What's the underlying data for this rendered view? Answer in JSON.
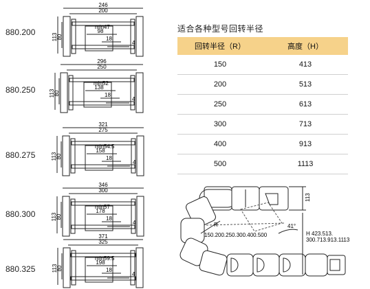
{
  "variants": [
    {
      "model": "880.200",
      "outer": "246",
      "inner": "200",
      "min": "min47",
      "mid": "98",
      "pitch": "18",
      "gap": "4",
      "h_outer": "113",
      "h_inner": "80"
    },
    {
      "model": "880.250",
      "outer": "296",
      "inner": "250",
      "min": "min52",
      "mid": "138",
      "pitch": "18",
      "gap": "4",
      "h_outer": "113",
      "h_inner": "80"
    },
    {
      "model": "880.275",
      "outer": "321",
      "inner": "275",
      "min": "min54.5",
      "mid": "158",
      "pitch": "18",
      "gap": "4",
      "h_outer": "113",
      "h_inner": "80"
    },
    {
      "model": "880.300",
      "outer": "346",
      "inner": "300",
      "min": "min57",
      "mid": "178",
      "pitch": "18",
      "gap": "4",
      "h_outer": "113",
      "h_inner": "80"
    },
    {
      "model": "880.325",
      "outer": "371",
      "inner": "325",
      "min": "min59.5",
      "mid": "198",
      "pitch": "18",
      "gap": "4",
      "h_outer": "113",
      "h_inner": "80"
    }
  ],
  "table": {
    "title": "适合各种型号回转半径",
    "headers": [
      "回转半径（R）",
      "高度（H）"
    ],
    "rows": [
      [
        "150",
        "413"
      ],
      [
        "200",
        "513"
      ],
      [
        "250",
        "613"
      ],
      [
        "300",
        "713"
      ],
      [
        "400",
        "913"
      ],
      [
        "500",
        "1113"
      ]
    ]
  },
  "chain": {
    "dim_113": "113",
    "angle": "41°",
    "r_label": "R",
    "radii": "150.200.250.300.400.500",
    "h_line1": "H 423.513.",
    "h_line2": "300.713.913.1113"
  },
  "colors": {
    "header_bg": "#f6d28a"
  }
}
